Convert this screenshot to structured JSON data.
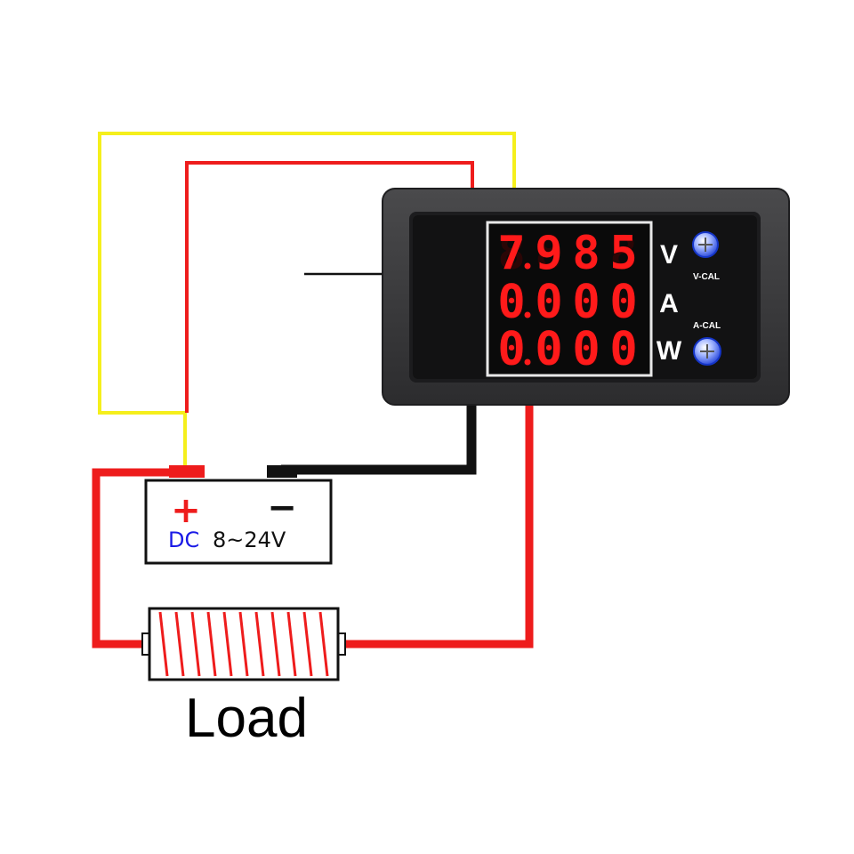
{
  "meter": {
    "rows": [
      {
        "digits": [
          "7",
          "9",
          "8",
          "5"
        ],
        "unit": "V"
      },
      {
        "digits": [
          "0",
          "0",
          "0",
          "0"
        ],
        "unit": "A"
      },
      {
        "digits": [
          "0",
          "0",
          "0",
          "0"
        ],
        "unit": "W"
      }
    ],
    "v_cal_label": "V-CAL",
    "a_cal_label": "A-CAL"
  },
  "supply": {
    "plus": "+",
    "minus": "−",
    "dc_label": "DC",
    "voltage_label": "8~24V"
  },
  "load": {
    "label": "Load"
  },
  "colors": {
    "wire_yellow": "#f5ef1c",
    "wire_red": "#ee1c1c",
    "wire_black": "#111111",
    "meter_body": "#3b3b3d",
    "display_red": "#ff1a1a",
    "dc_blue": "#1a1ae6"
  }
}
